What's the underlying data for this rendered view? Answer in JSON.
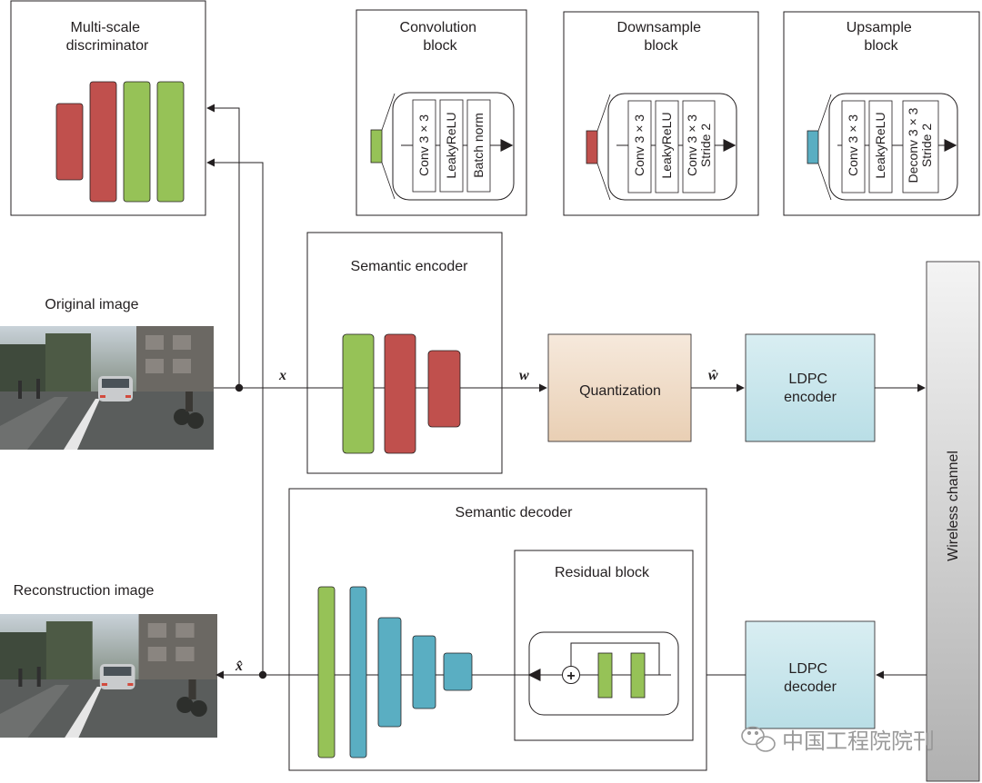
{
  "labels": {
    "multi_scale_discriminator": [
      "Multi-scale",
      "discriminator"
    ],
    "convolution_block": [
      "Convolution",
      "block"
    ],
    "downsample_block": [
      "Downsample",
      "block"
    ],
    "upsample_block": [
      "Upsample",
      "block"
    ],
    "semantic_encoder": "Semantic encoder",
    "semantic_decoder": "Semantic decoder",
    "residual_block": "Residual block",
    "original_image": "Original image",
    "reconstruction_image": "Reconstruction image",
    "quantization": "Quantization",
    "ldpc_encoder": [
      "LDPC",
      "encoder"
    ],
    "ldpc_decoder": [
      "LDPC",
      "decoder"
    ],
    "wireless_channel": "Wireless channel"
  },
  "layers": {
    "conv": [
      "Conv 3 × 3",
      "LeakyReLU",
      "Batch norm"
    ],
    "down": [
      "Conv 3 × 3",
      "LeakyReLU",
      [
        "Conv 3 × 3",
        "Stride 2"
      ]
    ],
    "up": [
      "Conv 3 × 3",
      "LeakyReLU",
      [
        "Deconv 3 × 3",
        "Stride 2"
      ]
    ]
  },
  "symbols": {
    "x": "x",
    "w": "w",
    "w_hat": "ŵ",
    "x_hat": "x̂",
    "plus": "+"
  },
  "watermark": "中国工程院院刊",
  "colors": {
    "conv_green": "#96c257",
    "down_red": "#c0504d",
    "up_blue": "#5aaec2",
    "quant_top": "#f6e9dc",
    "quant_bottom": "#e9cfb4",
    "ldpc_top": "#d9eef2",
    "ldpc_bottom": "#b9dee6",
    "channel_light": "#f4f4f4",
    "channel_dark": "#b0b0b0",
    "line": "#231f20"
  }
}
